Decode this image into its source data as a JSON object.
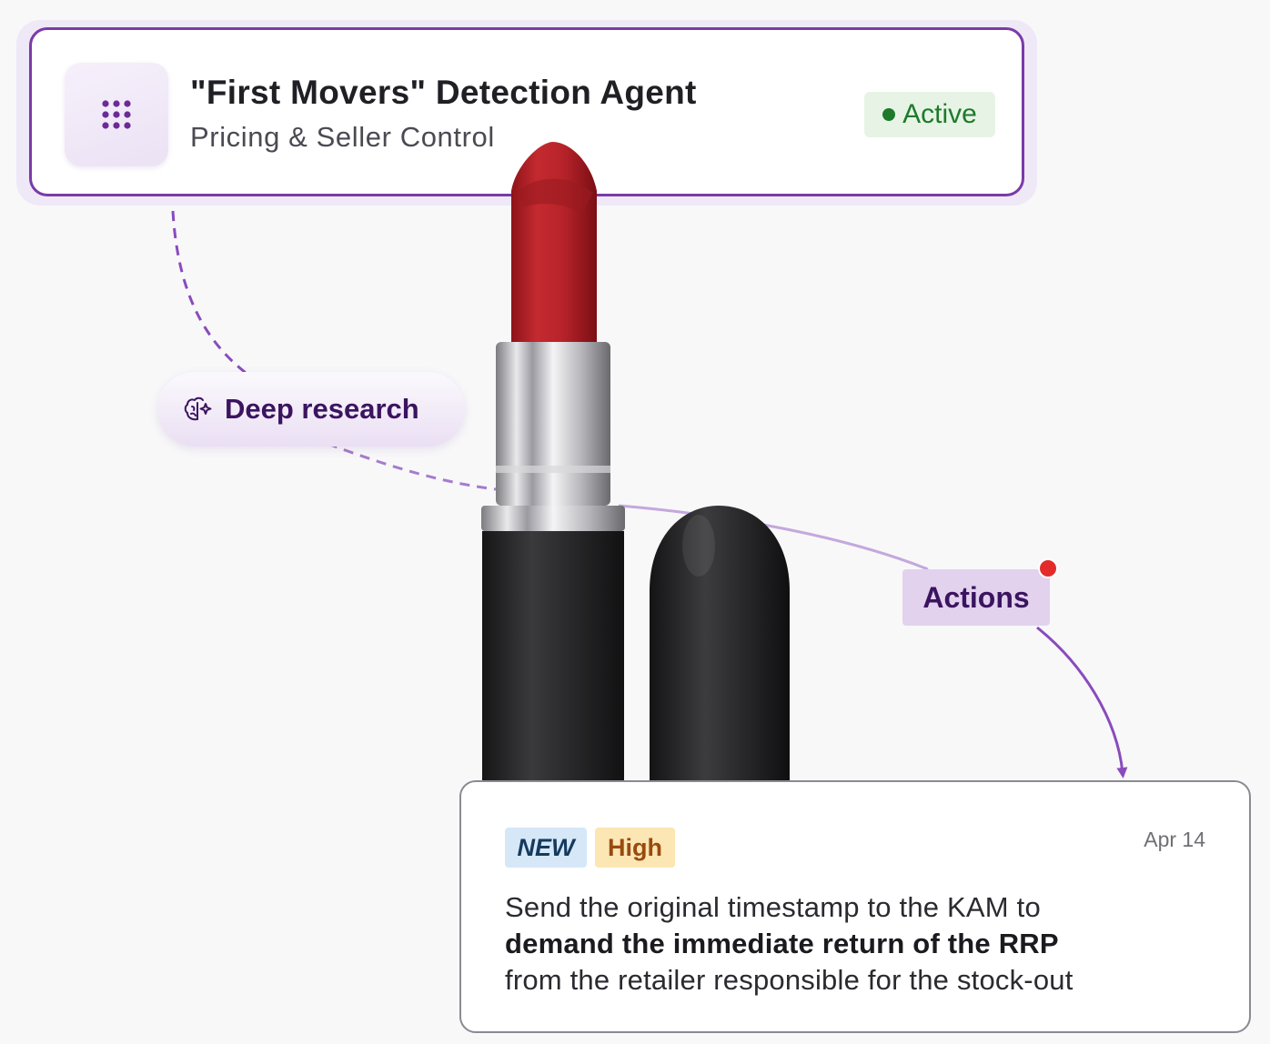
{
  "agent": {
    "title": "\"First Movers\" Detection Agent",
    "subtitle": "Pricing & Seller Control",
    "icon": "grid-dots-icon",
    "status": {
      "label": "Active",
      "color": "#1d7a2b"
    }
  },
  "research": {
    "label": "Deep research",
    "icon": "brain-sparkle-icon"
  },
  "actions": {
    "label": "Actions",
    "has_notification": true
  },
  "action_card": {
    "tags": {
      "new": "NEW",
      "priority": "High"
    },
    "date": "Apr 14",
    "text_line1": "Send the original timestamp to the KAM to",
    "text_bold": "demand the immediate return of the RRP",
    "text_line3": "from the retailer responsible for the stock-out"
  },
  "colors": {
    "accent": "#7a3aa8",
    "brand_dark": "#3b1460",
    "alert": "#e32b2b"
  }
}
